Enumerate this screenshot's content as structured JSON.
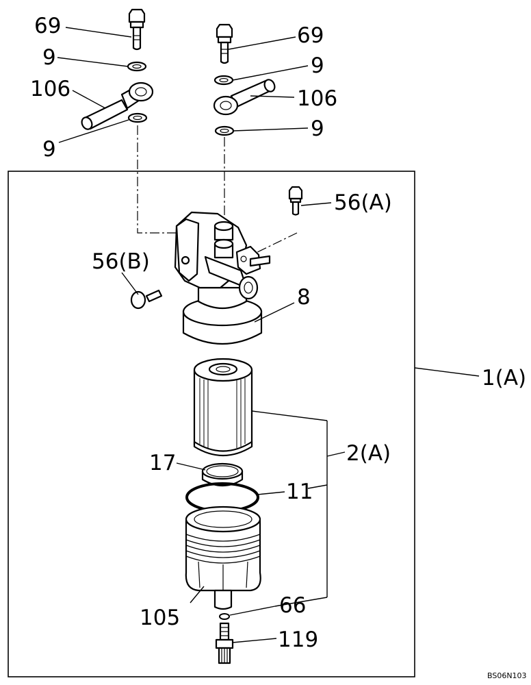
{
  "diagram": {
    "drawing_code": "BS06N103",
    "labels": {
      "bolt_69_left": "69",
      "bolt_69_right": "69",
      "washer_9_left_top": "9",
      "washer_9_left_bottom": "9",
      "washer_9_right_top": "9",
      "washer_9_right_bottom": "9",
      "joint_106_left": "106",
      "joint_106_right": "106",
      "bolt_56a": "56(A)",
      "bolt_56b": "56(B)",
      "head_8": "8",
      "assembly_1a": "1(A)",
      "element_2a": "2(A)",
      "ring_17": "17",
      "oring_11": "11",
      "bowl_105": "105",
      "oring_66": "66",
      "plug_119": "119"
    }
  }
}
